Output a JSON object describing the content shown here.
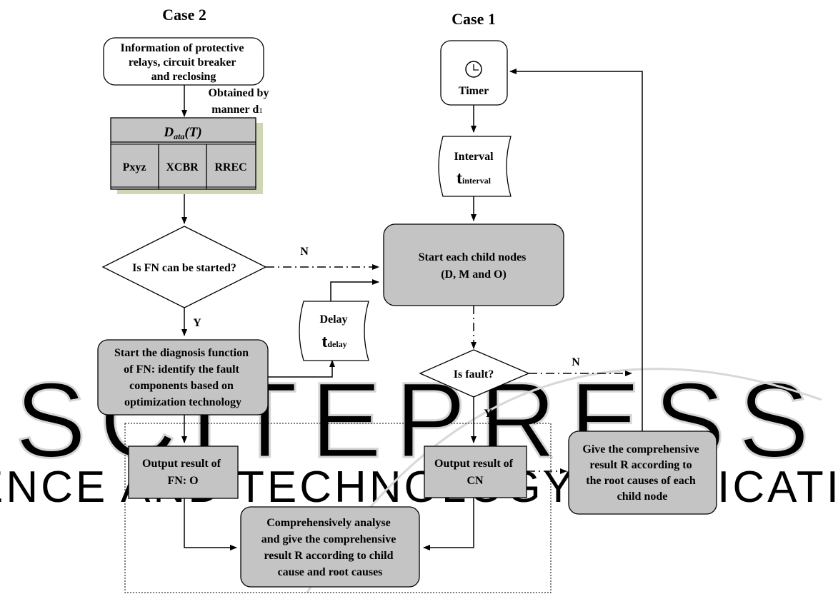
{
  "case2_label": "Case 2",
  "case1_label": "Case 1",
  "info_box": [
    "Information of protective",
    "relays, circuit breaker",
    "and reclosing"
  ],
  "obtained": [
    "Obtained by",
    "manner d"
  ],
  "obtained_sub": "1",
  "data_table": {
    "title_main": "D",
    "title_sub": "ata",
    "title_arg": "(T)",
    "cols": [
      "Pxyz",
      "XCBR",
      "RREC"
    ]
  },
  "timer": "Timer",
  "interval": {
    "line1": "Interval",
    "t": "t",
    "sub": "interval"
  },
  "delay": {
    "line1": "Delay",
    "t": "t",
    "sub": "delay"
  },
  "start_child": [
    "Start each child nodes",
    "(D, M and O)"
  ],
  "decision_fn": "Is FN can be started?",
  "decision_fault": "Is fault?",
  "yes": "Y",
  "no": "N",
  "diagnosis": [
    "Start the diagnosis function",
    "of FN: identify the fault",
    "components based on",
    "optimization technology"
  ],
  "output_fn": [
    "Output result of",
    "FN: O"
  ],
  "output_cn": [
    "Output result of",
    "CN"
  ],
  "comprehensive_right": [
    "Give the comprehensive",
    "result R according to",
    "the root causes of each",
    "child node"
  ],
  "comprehensive_bottom": [
    "Comprehensively analyse",
    "and give the comprehensive",
    "result R according to child",
    "cause and root causes"
  ],
  "watermark": {
    "line1": "SCITEPRESS",
    "line2": "SCIENCE AND TECHNOLOGY PUBLICATIONS"
  },
  "colors": {
    "box_fill": "#c4c4c4",
    "line": "#000000",
    "shadow": "#cfd6b4",
    "watermark": "#d9d9d9"
  }
}
